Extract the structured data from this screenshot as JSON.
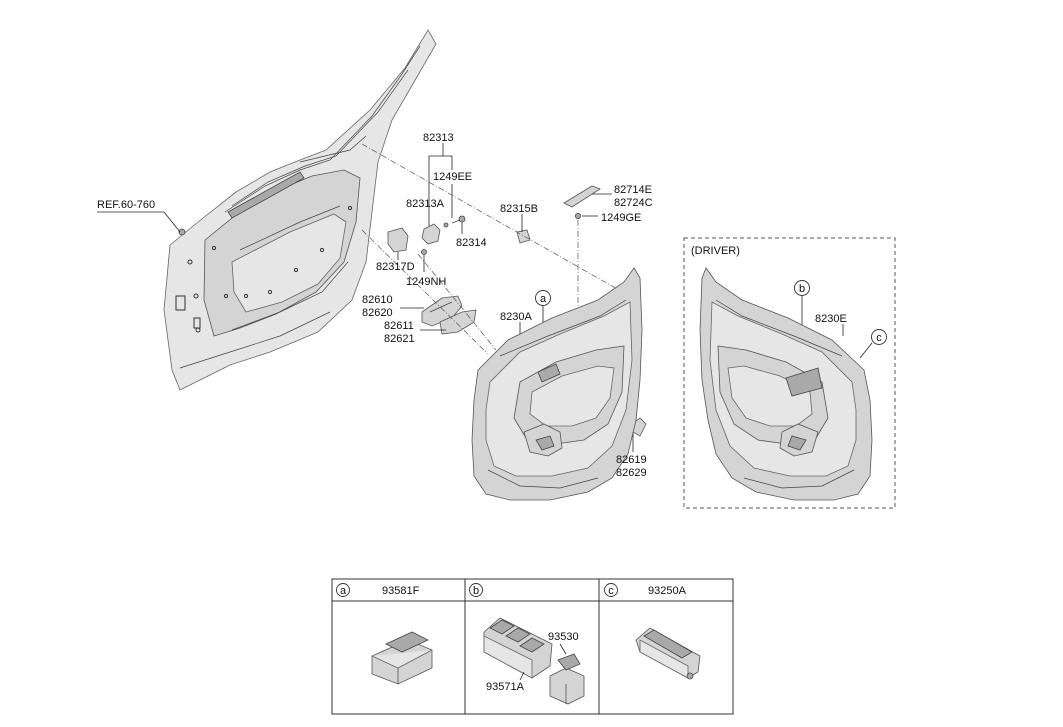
{
  "labels": {
    "ref": "REF.60-760",
    "p82313": "82313",
    "p1249EE": "1249EE",
    "p82313A": "82313A",
    "p82314": "82314",
    "p82317D": "82317D",
    "p1249NH": "1249NH",
    "p82315B": "82315B",
    "p82714E": "82714E",
    "p82724C": "82724C",
    "p1249GE": "1249GE",
    "p82610": "82610",
    "p82620": "82620",
    "p82611": "82611",
    "p82621": "82621",
    "p8230A": "8230A",
    "p82619": "82619",
    "p82629": "82629",
    "driver": "(DRIVER)",
    "p8230E": "8230E"
  },
  "callouts": {
    "a": "a",
    "b": "b",
    "c": "c"
  },
  "table": {
    "cells": [
      {
        "letter": "a",
        "part": "93581F"
      },
      {
        "letter": "b",
        "part": ""
      },
      {
        "letter": "c",
        "part": "93250A"
      }
    ],
    "b_parts": {
      "upper": "93530",
      "lower": "93571A"
    }
  }
}
